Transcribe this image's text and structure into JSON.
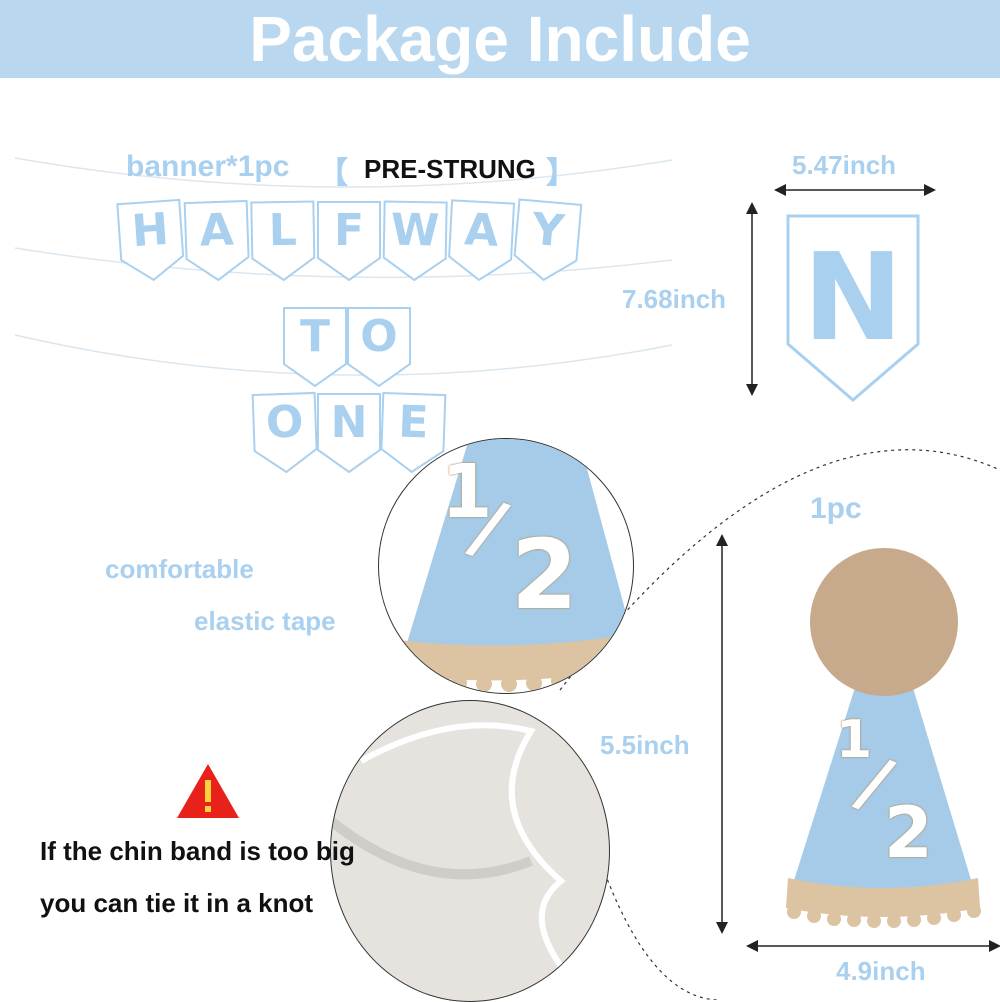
{
  "header": {
    "title": "Package Include"
  },
  "banner": {
    "caption": "banner*1pc",
    "bracket_open": "【",
    "prestrung": "PRE-STRUNG",
    "bracket_close": "】",
    "row1": [
      "H",
      "A",
      "L",
      "F",
      "W",
      "A",
      "Y"
    ],
    "row2": [
      "T",
      "O"
    ],
    "row3": [
      "O",
      "N",
      "E"
    ],
    "sample_letter": "N",
    "width_label": "5.47inch",
    "height_label": "7.68inch"
  },
  "hat": {
    "quantity": "1pc",
    "height_label": "5.5inch",
    "width_label": "4.9inch",
    "fraction_top": "1",
    "fraction_bottom": "2",
    "pompom_color": "#c7a98b",
    "cone_color": "#a5cbe8",
    "trim_color": "#dcc3a2"
  },
  "notes": {
    "comfortable": "comfortable",
    "elastic": "elastic tape",
    "warning_line1": "If the chin band is too big",
    "warning_line2": "you can tie it in a knot"
  },
  "colors": {
    "accent": "#a9d0ef",
    "header_bg": "#b9d7ee",
    "warning": "#e8221b"
  }
}
